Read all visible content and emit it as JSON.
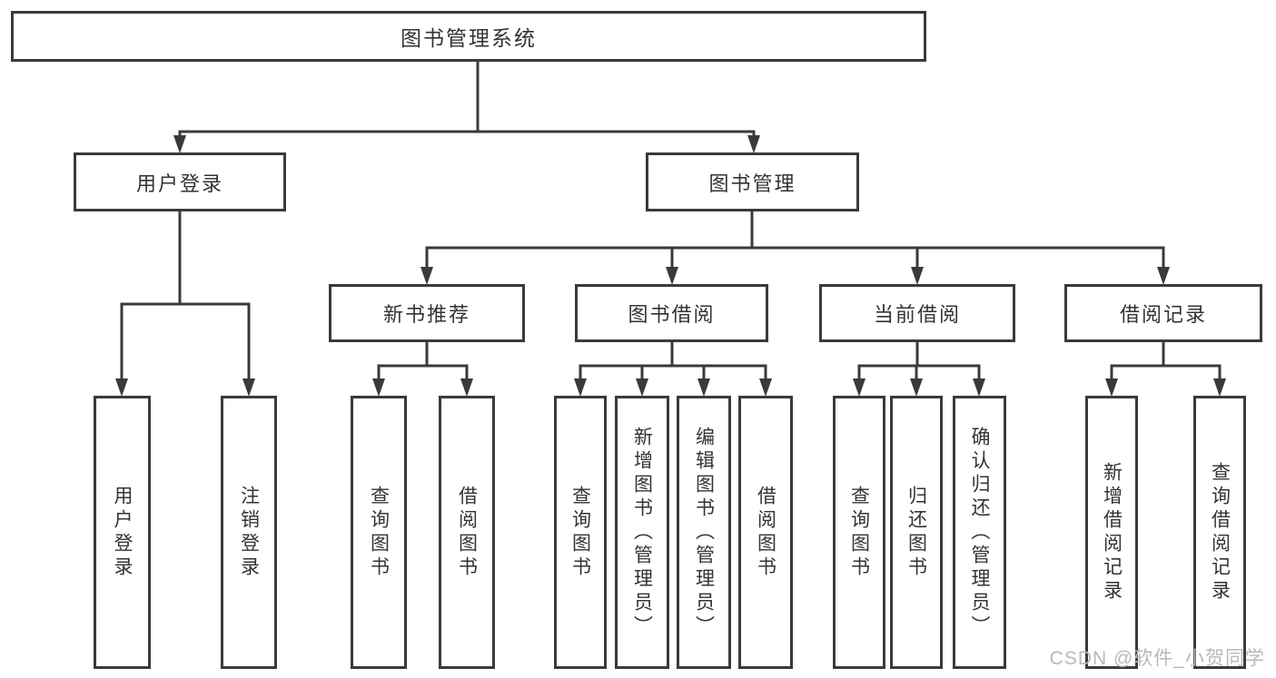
{
  "tree": {
    "root": "图书管理系统",
    "children": [
      {
        "label": "用户登录",
        "children": [
          "用户登录",
          "注销登录"
        ]
      },
      {
        "label": "图书管理",
        "children": [
          {
            "label": "新书推荐",
            "children": [
              "查询图书",
              "借阅图书"
            ]
          },
          {
            "label": "图书借阅",
            "children": [
              "查询图书",
              "新增图书（管理员）",
              "编辑图书（管理员）",
              "借阅图书"
            ]
          },
          {
            "label": "当前借阅",
            "children": [
              "查询图书",
              "归还图书",
              "确认归还（管理员）"
            ]
          },
          {
            "label": "借阅记录",
            "children": [
              "新增借阅记录",
              "查询借阅记录"
            ]
          }
        ]
      }
    ]
  },
  "watermark": "CSDN @软件_小贺同学",
  "colors": {
    "line": "#3a3a3a",
    "text": "#333333",
    "watermark": "#b7b8ba",
    "background": "#ffffff"
  }
}
